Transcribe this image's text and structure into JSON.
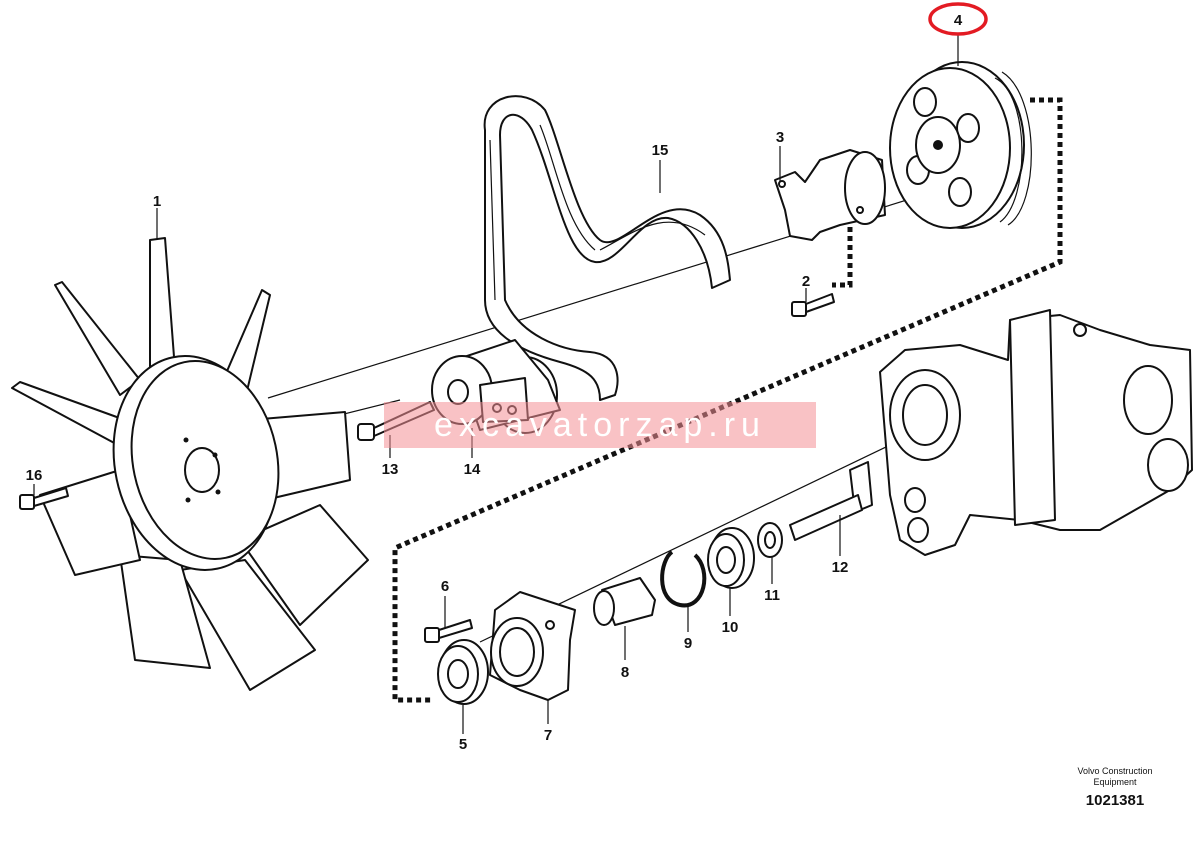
{
  "callouts": [
    "1",
    "2",
    "3",
    "4",
    "5",
    "6",
    "7",
    "8",
    "9",
    "10",
    "11",
    "12",
    "13",
    "14",
    "15",
    "16"
  ],
  "highlight": {
    "label": "4",
    "color": "#e31b23"
  },
  "watermark": {
    "text": "excavatorzap.ru",
    "color": "#f48f96"
  },
  "brand": {
    "line1": "Volvo Construction",
    "line2": "Equipment"
  },
  "drawing_number": "1021381",
  "icons": {
    "watermark": "watermark-band"
  }
}
